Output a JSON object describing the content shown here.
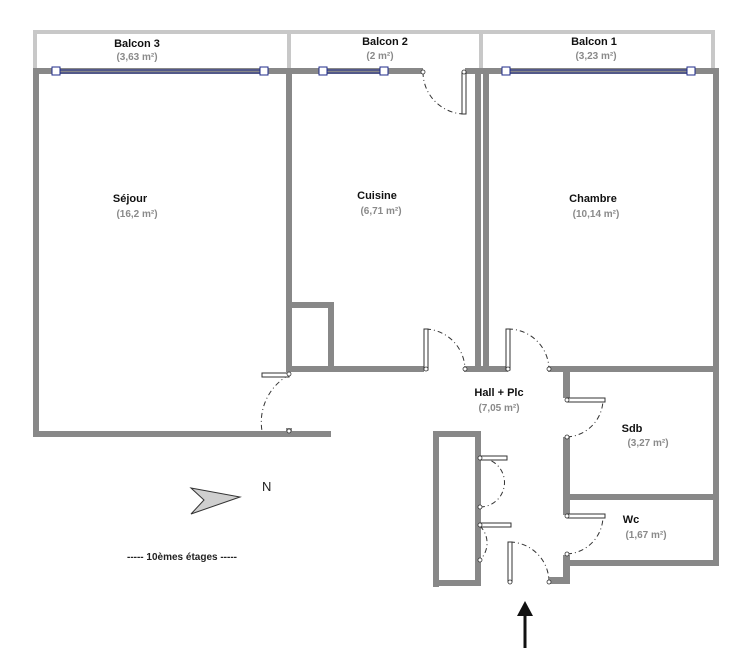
{
  "rooms": {
    "balcon3": {
      "name": "Balcon 3",
      "area": "(3,63 m²)"
    },
    "balcon2": {
      "name": "Balcon 2",
      "area": "(2 m²)"
    },
    "balcon1": {
      "name": "Balcon 1",
      "area": "(3,23 m²)"
    },
    "sejour": {
      "name": "Séjour",
      "area": "(16,2 m²)"
    },
    "cuisine": {
      "name": "Cuisine",
      "area": "(6,71 m²)"
    },
    "chambre": {
      "name": "Chambre",
      "area": "(10,14 m²)"
    },
    "hall": {
      "name": "Hall + Plc",
      "area": "(7,05 m²)"
    },
    "sdb": {
      "name": "Sdb",
      "area": "(3,27 m²)"
    },
    "wc": {
      "name": "Wc",
      "area": "(1,67 m²)"
    }
  },
  "compass": {
    "label": "N",
    "icon": "north-arrow-icon"
  },
  "floor_label": "----- 10èmes étages -----",
  "entrance": {
    "icon": "entrance-arrow-icon"
  },
  "colors": {
    "wall": "#888888",
    "balcony": "#c8c8c8",
    "window": "#1e2a8a",
    "area_text": "#8a8a8a"
  }
}
